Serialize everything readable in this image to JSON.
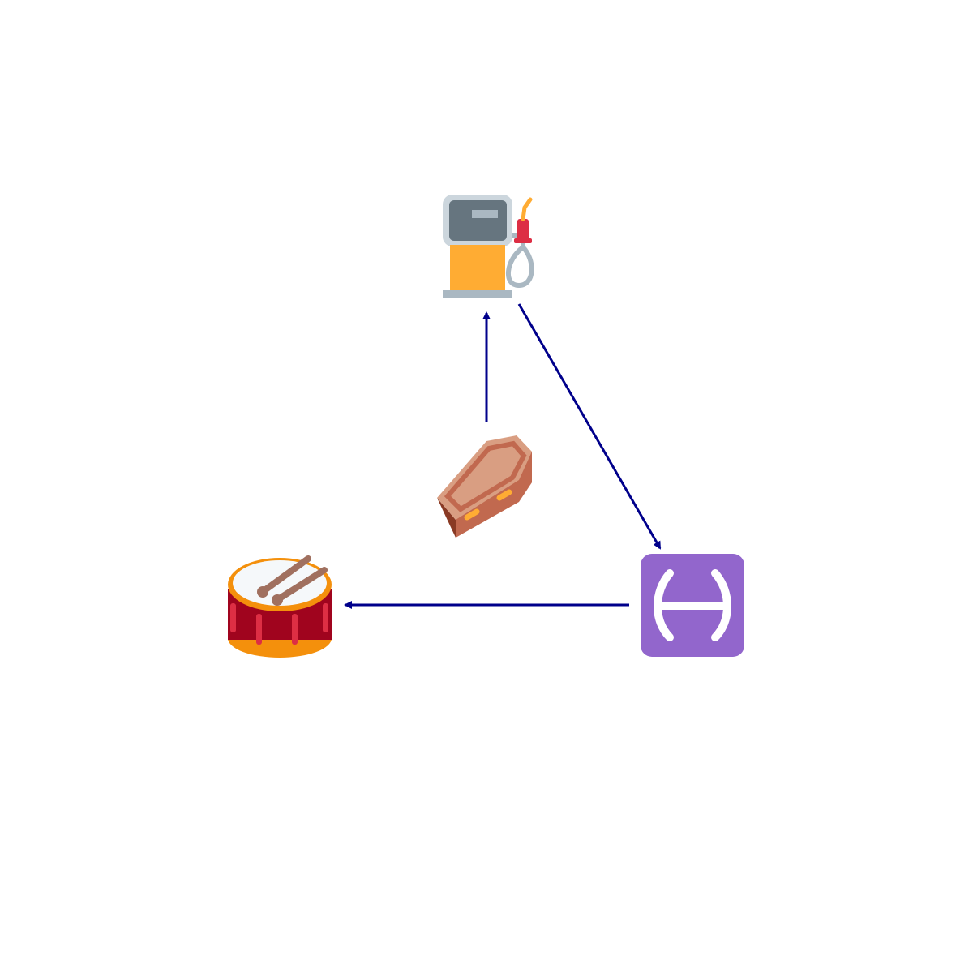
{
  "colors": {
    "background": "#ffffff",
    "edge": "#00008b"
  },
  "diagram": {
    "nodes": [
      {
        "id": "fuel-pump",
        "icon": "fuel-pump-icon"
      },
      {
        "id": "pisces",
        "icon": "pisces-icon"
      },
      {
        "id": "drum",
        "icon": "drum-icon"
      },
      {
        "id": "coffin",
        "icon": "coffin-icon"
      }
    ],
    "edges": [
      {
        "from": "coffin",
        "to": "fuel-pump"
      },
      {
        "from": "fuel-pump",
        "to": "pisces"
      },
      {
        "from": "pisces",
        "to": "drum"
      }
    ]
  }
}
